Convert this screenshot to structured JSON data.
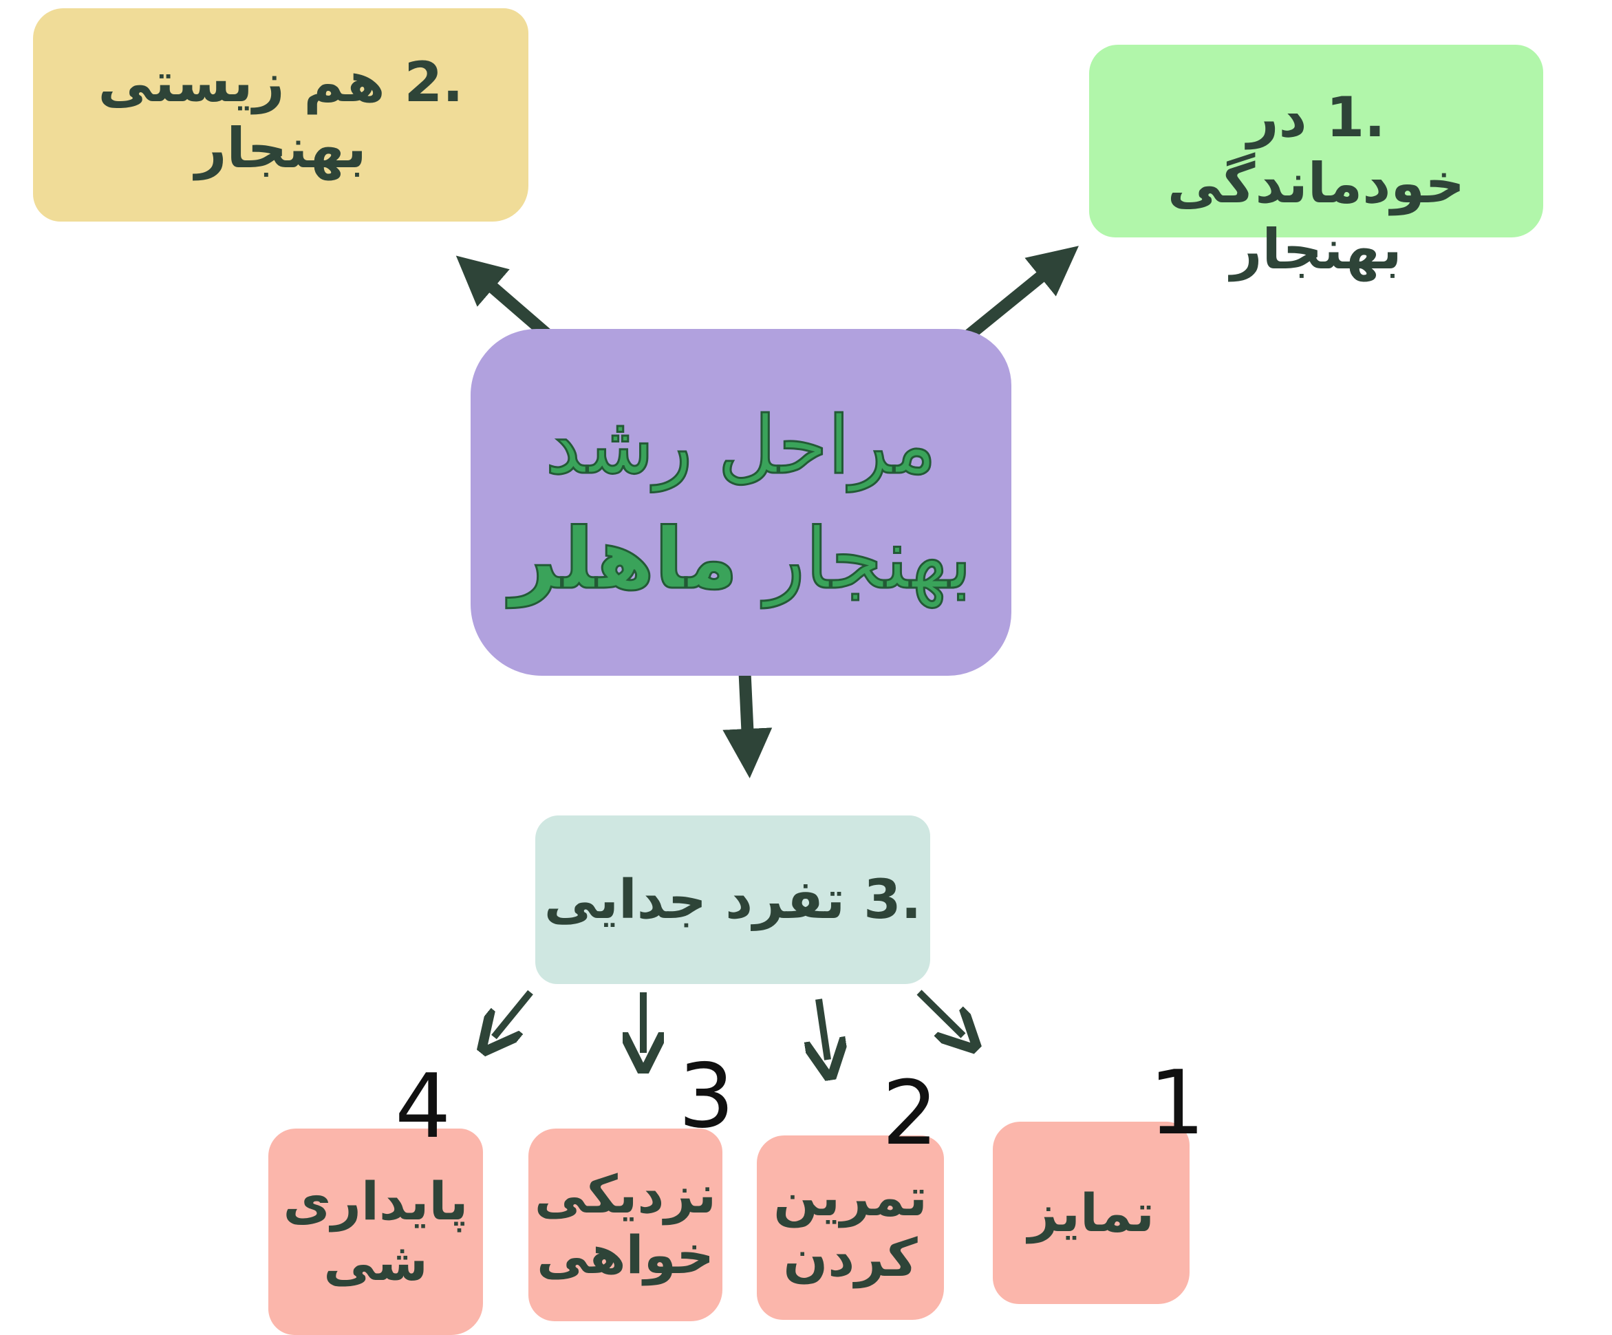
{
  "center": {
    "line1": "مراحل رشد",
    "line2_prefix": "بهنجار ",
    "line2_bold": "ماهلر"
  },
  "stages": [
    {
      "line1": ".1 در خودماندگی",
      "line2": "بهنجار"
    },
    {
      "line1": ".2 هم زیستی",
      "line2": "بهنجار"
    },
    {
      "line1": ".3 تفرد جدایی"
    }
  ],
  "substages": [
    {
      "number": "1",
      "label_line1": "تمایز"
    },
    {
      "number": "2",
      "label_line1": "تمرین",
      "label_line2": "کردن"
    },
    {
      "number": "3",
      "label_line1": "نزدیکی",
      "label_line2": "خواهی"
    },
    {
      "number": "4",
      "label_line1": "پایداری",
      "label_line2": "شی"
    }
  ],
  "colors": {
    "center_fill": "#b1a1de",
    "center_text": "#3aa35a",
    "stage1_fill": "#b1f6aa",
    "stage2_fill": "#f0dc98",
    "stage3_fill": "#cfe7e1",
    "substage_fill": "#fbb6ab",
    "arrow": "#2e4438",
    "text": "#2e4438"
  }
}
